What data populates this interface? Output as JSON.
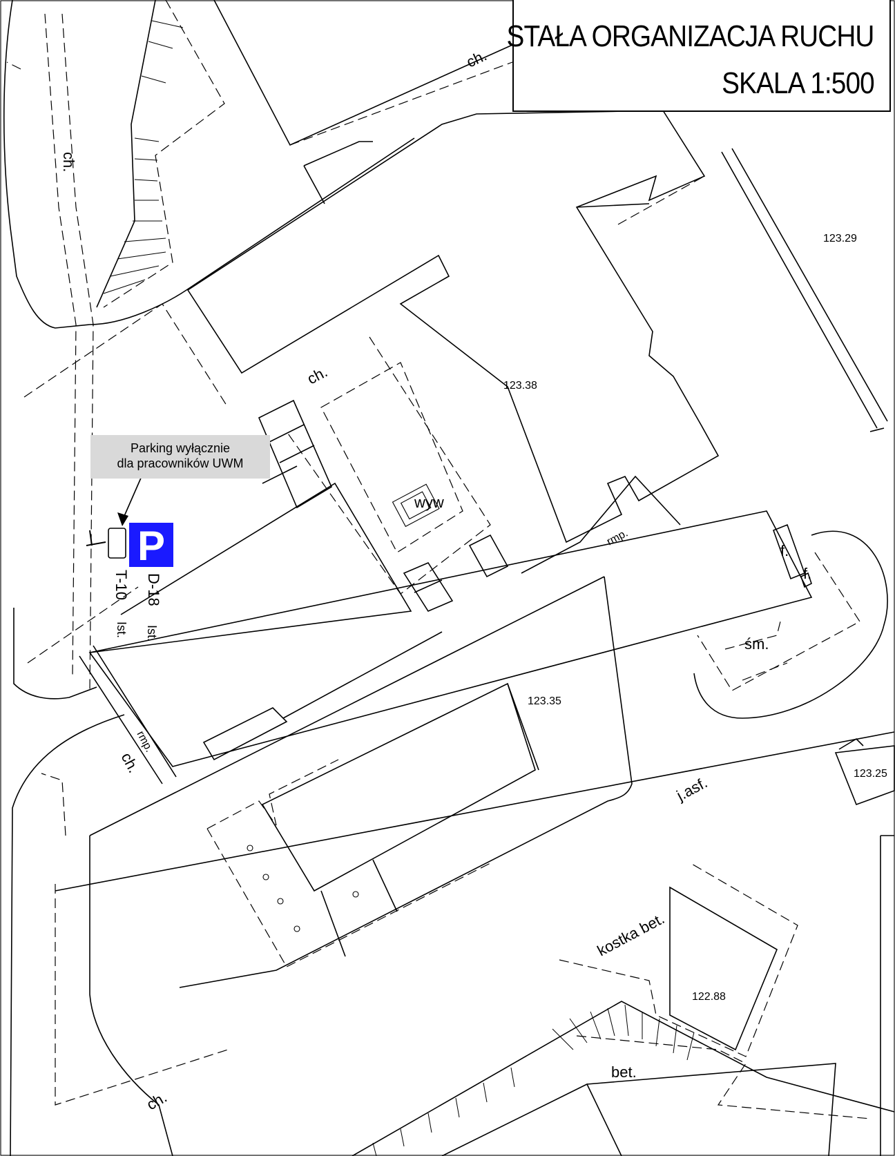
{
  "title": {
    "line1": "STAŁA ORGANIZACJA RUCHU",
    "line2": "SKALA 1:500"
  },
  "callout": {
    "line1": "Parking wyłącznie",
    "line2": "dla pracowników UWM"
  },
  "sign": {
    "parking_glyph": "P",
    "parking_color": "#1a1aff",
    "code_sign": "D-18",
    "code_plate": "T-10",
    "pole_label_1": "Ist.",
    "pole_label_2": "Ist."
  },
  "labels": {
    "ch_top": "ch.",
    "ch_left": "ch.",
    "ch_mid": "ch.",
    "ch_low": "ch.",
    "ch_bottom": "ch.",
    "elev_123_29": "123.29",
    "elev_123_38": "123.38",
    "elev_123_35": "123.35",
    "elev_123_25": "123.25",
    "elev_122_88": "122.88",
    "wyw": "wyw",
    "rmp_1": "rmp.",
    "rmp_2": "rmp.",
    "f_1": "f.",
    "f_2": "f.",
    "sm": "śm.",
    "jasf": "j.asf.",
    "kostka": "kostka bet.",
    "bet": "bet."
  }
}
